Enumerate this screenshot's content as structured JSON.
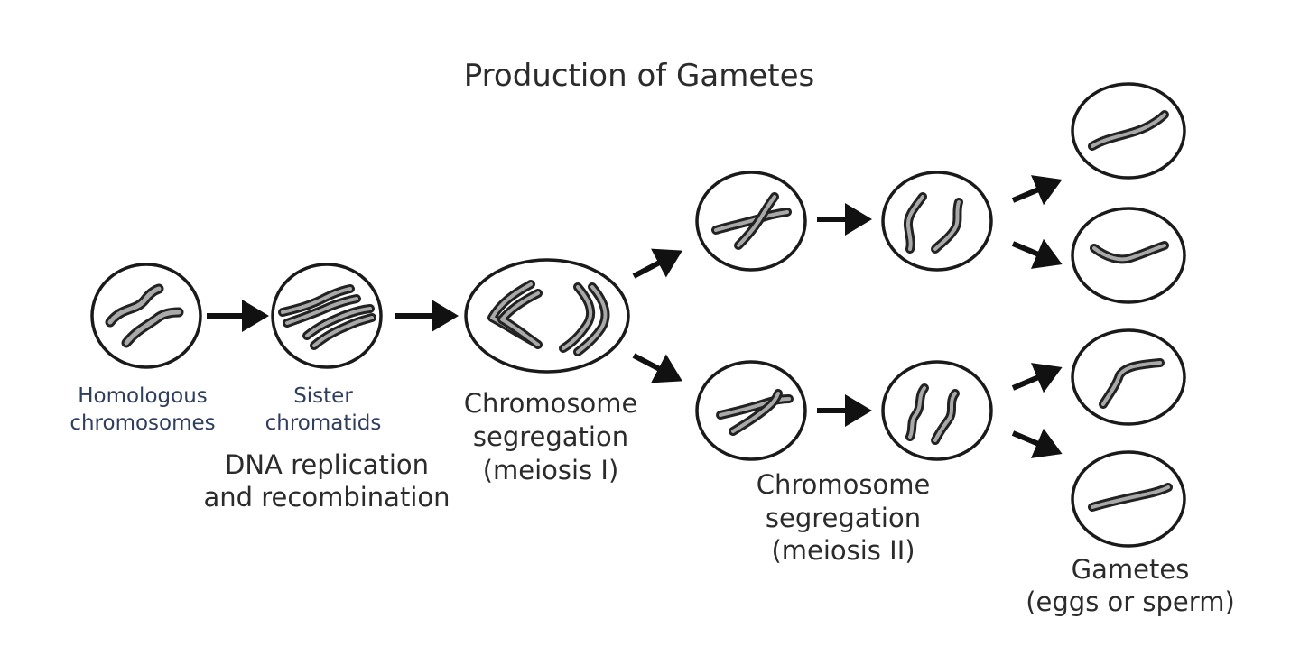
{
  "title": "Production of Gametes",
  "labels": {
    "homologous_1": "Homologous",
    "homologous_2": "chromosomes",
    "sister_1": "Sister",
    "sister_2": "chromatids",
    "dna_1": "DNA replication",
    "dna_2": "and recombination",
    "seg1_1": "Chromosome",
    "seg1_2": "segregation",
    "seg1_3": "(meiosis I)",
    "seg2_1": "Chromosome",
    "seg2_2": "segregation",
    "seg2_3": "(meiosis II)",
    "gametes_1": "Gametes",
    "gametes_2": "(eggs or sperm)"
  },
  "colors": {
    "outline": "#1a1a1a",
    "chromosome_fill": "#a9a9a9",
    "label_small": "#2f3e5e",
    "label_main": "#2b2b2b"
  }
}
